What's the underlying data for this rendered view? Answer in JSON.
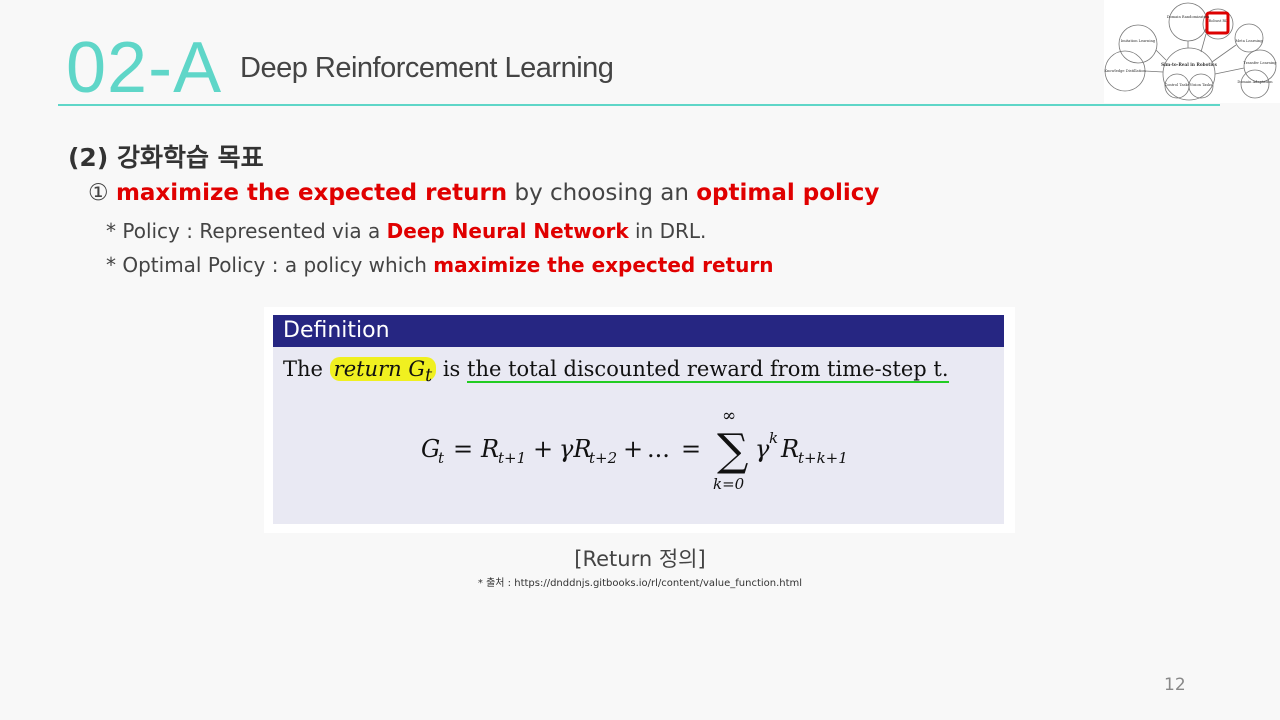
{
  "header": {
    "section_number": "02-A",
    "section_title": "Deep Reinforcement Learning"
  },
  "thumbnail": {
    "nodes": [
      "Domain Randomization",
      "Robust RL",
      "Imitation Learning",
      "Meta Learning",
      "Knowledge Distillation",
      "Sim-to-Real in Robotics",
      "Transfer Learning",
      "Domain Adaptation",
      "Control Tasks",
      "Vision Tasks"
    ],
    "highlight_color": "#dd0000"
  },
  "content": {
    "heading": "(2) 강화학습 목표",
    "bullet1": {
      "marker": "①",
      "red1": "maximize the expected return",
      "text1": " by choosing an ",
      "red2": "optimal policy"
    },
    "sub1": {
      "prefix": "* Policy : Represented via a ",
      "red": "Deep Neural Network",
      "suffix": " in DRL."
    },
    "sub2": {
      "prefix": "* Optimal Policy : a policy which ",
      "red": "maximize the expected return"
    }
  },
  "definition": {
    "header": "Definition",
    "line_pre": "The",
    "line_highlight": "return G",
    "line_highlight_sub": "t",
    "line_mid": " is ",
    "line_underlined": "the total discounted reward from time-step t."
  },
  "caption": "[Return 정의]",
  "source": "* 출처 : https://dnddnjs.gitbooks.io/rl/content/value_function.html",
  "page_number": "12",
  "colors": {
    "accent": "#5fd6c8",
    "emphasis": "#e00000",
    "definition_header": "#262682",
    "definition_body": "#e9e9f3"
  }
}
